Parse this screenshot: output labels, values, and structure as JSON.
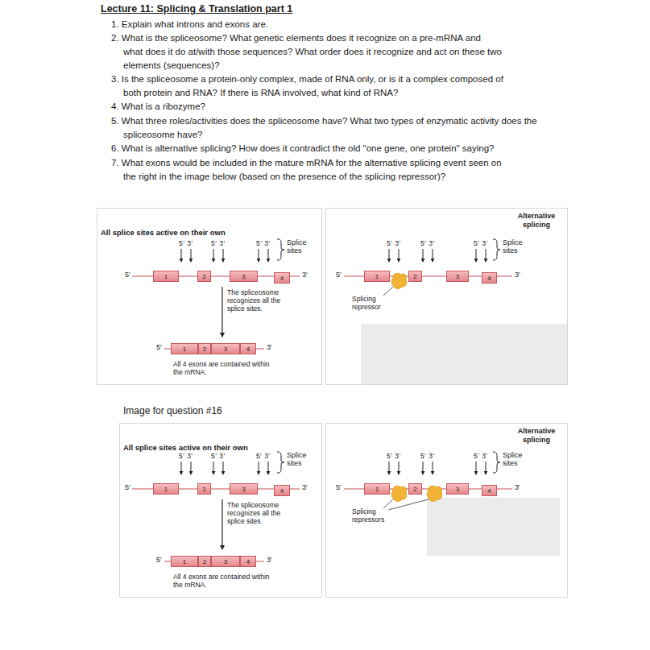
{
  "diagram": {
    "title": "Lecture 11: Splicing & Translation part 1",
    "nodes": [
      {
        "text": [
          "All splice sites active on their own"
        ]
      },
      {
        "text": [
          "1"
        ],
        "in": 0
      },
      {
        "text": [
          "2"
        ],
        "in": 0
      },
      {
        "text": [
          "3"
        ],
        "in": 0
      },
      {
        "text": [
          "4"
        ],
        "in": 0
      },
      {
        "text": [
          "1"
        ],
        "in": 0
      },
      {
        "text": [
          "2"
        ],
        "in": 0
      },
      {
        "text": [
          "3"
        ],
        "in": 0
      },
      {
        "text": [
          "4"
        ],
        "in": 0
      },
      {
        "text": [
          "Alternative splicing"
        ]
      },
      {
        "text": [
          "1"
        ],
        "in": 9
      },
      {
        "text": [
          "2"
        ],
        "in": 9
      },
      {
        "text": [
          "3"
        ],
        "in": 9
      },
      {
        "text": [
          "4"
        ],
        "in": 9
      },
      {
        "text": [
          "All splice sites active on their own"
        ]
      },
      {
        "text": [
          "1"
        ],
        "in": 14
      },
      {
        "text": [
          "2"
        ],
        "in": 14
      },
      {
        "text": [
          "3"
        ],
        "in": 14
      },
      {
        "text": [
          "4"
        ],
        "in": 14
      },
      {
        "text": [
          "1"
        ],
        "in": 14
      },
      {
        "text": [
          "2"
        ],
        "in": 14
      },
      {
        "text": [
          "3"
        ],
        "in": 14
      },
      {
        "text": [
          "4"
        ],
        "in": 14
      },
      {
        "text": [
          "Alternative splicing"
        ]
      },
      {
        "text": [
          "1"
        ],
        "in": 23
      },
      {
        "text": [
          "2"
        ],
        "in": 23
      },
      {
        "text": [
          "3"
        ],
        "in": 23
      },
      {
        "text": [
          "4"
        ],
        "in": 23
      }
    ],
    "labels": [
      "1. Explain what introns and exons are.",
      "2. What is the spliceosome? What genetic elements does it recognize on a pre-mRNA and what does it do at/with those sequences? What order does it recognize and act on these two elements (sequences)?",
      "3. Is the spliceosome a protein-only complex, made of RNA only, or is it a complex composed of both protein and RNA? If there is RNA involved, what kind of RNA?",
      "4. What is a ribozyme?",
      "5. What three roles/activities does the spliceosome have? What two types of enzymatic activity does the spliceosome have?",
      "6. What is alternative splicing? How does it contradict the old \"one gene, one protein\" saying?",
      "7. What exons would be included in the mature mRNA for the alternative splicing event seen on the right in the image below (based on the presence of the splicing repressor)?",
      "5′ 3′",
      "5′ 3′",
      "5′ 3′",
      "Splice sites",
      "5′",
      "3′",
      "The spliceosome recognizes all the splice sites.",
      "5′",
      "3′",
      "All 4 exons are contained within the mRNA.",
      "5′ 3′",
      "5′ 3′",
      "5′ 3′",
      "Splice sites",
      "5′",
      "3′",
      "Splicing repressor",
      "Image for question #16",
      "5′ 3′",
      "5′ 3′",
      "5′ 3′",
      "Splice sites",
      "5′",
      "3′",
      "The spliceosome recognizes all the splice sites.",
      "5′",
      "3′",
      "All 4 exons are contained within the mRNA.",
      "5′ 3′",
      "5′ 3′",
      "5′ 3′",
      "Splice sites",
      "5′",
      "3′",
      "Splicing repressors"
    ]
  }
}
